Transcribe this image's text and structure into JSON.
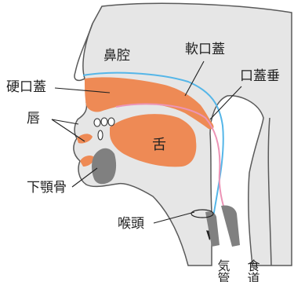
{
  "labels": {
    "nasal_cavity": "鼻腔",
    "soft_palate": "軟口蓋",
    "uvula": "口蓋垂",
    "hard_palate": "硬口蓋",
    "lips": "唇",
    "tongue": "舌",
    "mandible": "下顎骨",
    "larynx": "喉頭",
    "trachea": "気管",
    "esophagus": "食道"
  },
  "colors": {
    "skin": "#e6e6e6",
    "outline": "#5a5a5a",
    "tissue": "#ee8a55",
    "bone": "#808080",
    "airflow": "#55b6e8",
    "food_path": "#ec94b6",
    "leader": "#222222"
  }
}
